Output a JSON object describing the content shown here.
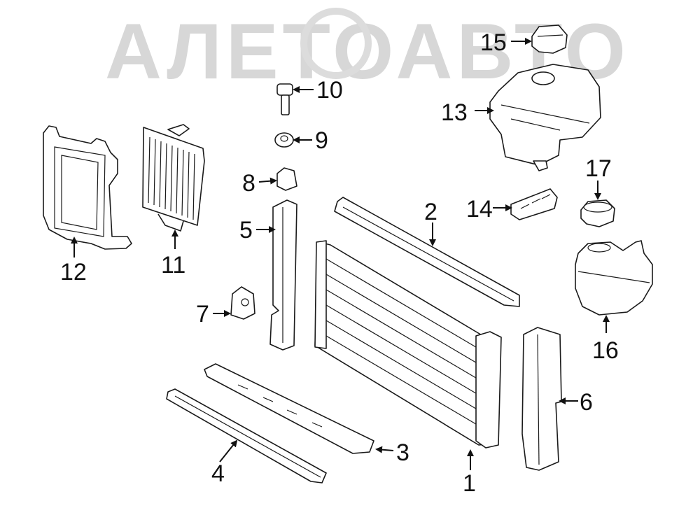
{
  "watermark": {
    "text": "АЛЕТОАВТО"
  },
  "callouts": [
    {
      "id": "1",
      "label": "1"
    },
    {
      "id": "2",
      "label": "2"
    },
    {
      "id": "3",
      "label": "3"
    },
    {
      "id": "4",
      "label": "4"
    },
    {
      "id": "5",
      "label": "5"
    },
    {
      "id": "6",
      "label": "6"
    },
    {
      "id": "7",
      "label": "7"
    },
    {
      "id": "8",
      "label": "8"
    },
    {
      "id": "9",
      "label": "9"
    },
    {
      "id": "10",
      "label": "10"
    },
    {
      "id": "11",
      "label": "11"
    },
    {
      "id": "12",
      "label": "12"
    },
    {
      "id": "13",
      "label": "13"
    },
    {
      "id": "14",
      "label": "14"
    },
    {
      "id": "15",
      "label": "15"
    },
    {
      "id": "16",
      "label": "16"
    },
    {
      "id": "17",
      "label": "17"
    }
  ]
}
